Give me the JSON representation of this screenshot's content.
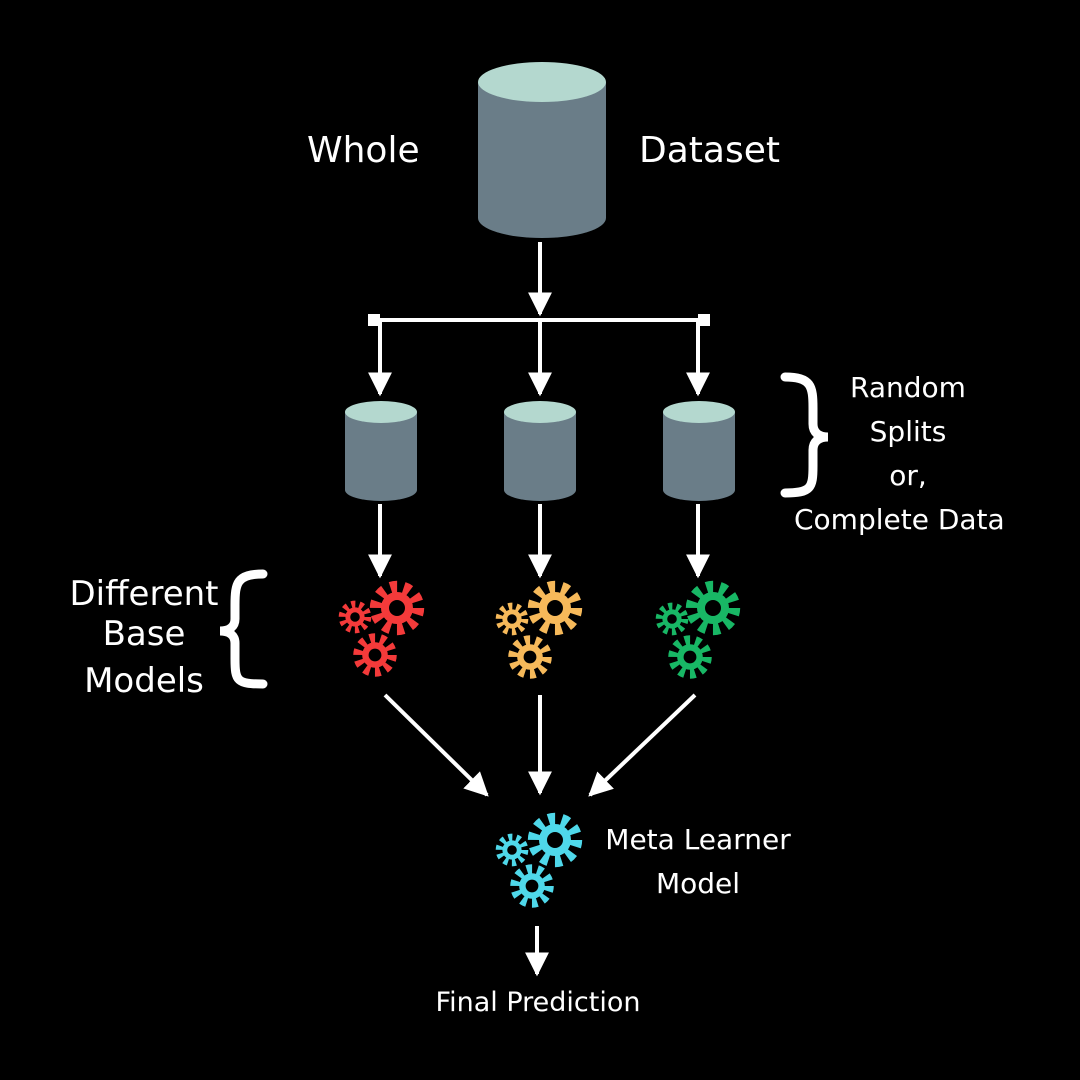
{
  "labels": {
    "whole": "Whole",
    "dataset": "Dataset",
    "splits_line1": "Random",
    "splits_line2": "Splits",
    "splits_line3": "or,",
    "splits_line4": "Complete Data",
    "base_line1": "Different",
    "base_line2": "Base",
    "base_line3": "Models",
    "meta_line1": "Meta Learner",
    "meta_line2": "Model",
    "final": "Final Prediction"
  },
  "colors": {
    "background": "#000000",
    "cylinder_body": "#6a7d88",
    "cylinder_top": "#b4d8cf",
    "connector": "#ffffff",
    "model_1": "#f43a3a",
    "model_2": "#f6b95a",
    "model_3": "#18b765",
    "meta_model": "#4fd8ea"
  },
  "icons": {
    "dataset": "database-icon",
    "split": "database-icon",
    "model": "gears-icon",
    "meta": "gears-icon",
    "brace": "curly-brace"
  }
}
